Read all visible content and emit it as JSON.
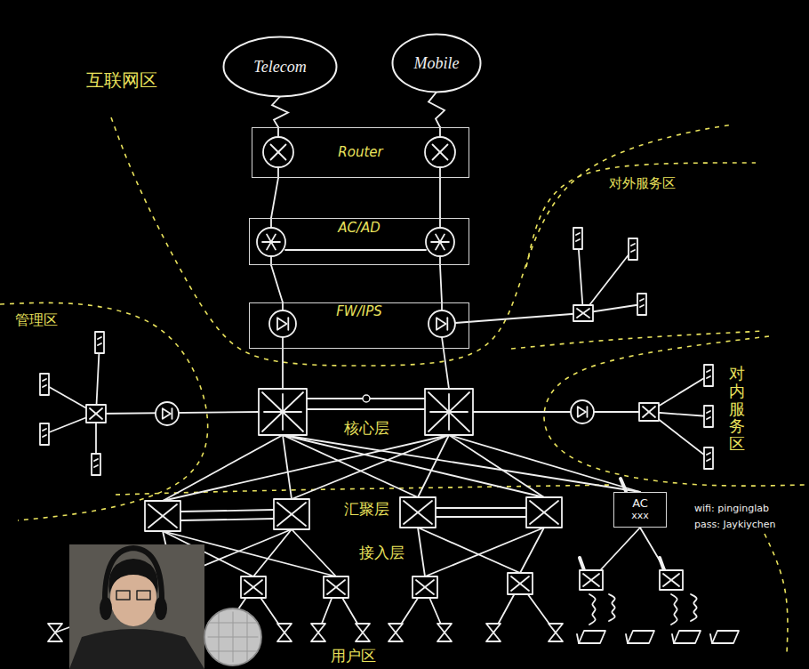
{
  "diagram": {
    "nodes": [
      {
        "text": [
          "Telecom"
        ]
      },
      {
        "text": [
          "Mobile"
        ]
      },
      {
        "text": [
          "Router"
        ]
      },
      {
        "text": [
          "AC/AD"
        ]
      },
      {
        "text": [
          "FW/IPS"
        ]
      },
      {
        "text": [
          "AC",
          "xxx"
        ]
      }
    ],
    "edges": [
      {
        "from": 0,
        "to": 2,
        "arrow": "none"
      },
      {
        "from": 1,
        "to": 2,
        "arrow": "none"
      },
      {
        "from": 2,
        "to": 3,
        "arrow": "none"
      },
      {
        "from": 2,
        "to": 3,
        "arrow": "none"
      },
      {
        "from": 3,
        "to": 4,
        "arrow": "none"
      },
      {
        "from": 3,
        "to": 4,
        "arrow": "none"
      }
    ],
    "labels": [
      "互联网区",
      "对外服务区",
      "管理区",
      "核心层",
      "对内服务区",
      "汇聚层",
      "接入层",
      "wifi: pinginglab",
      "pass: Jaykiychen",
      "用户区"
    ]
  }
}
